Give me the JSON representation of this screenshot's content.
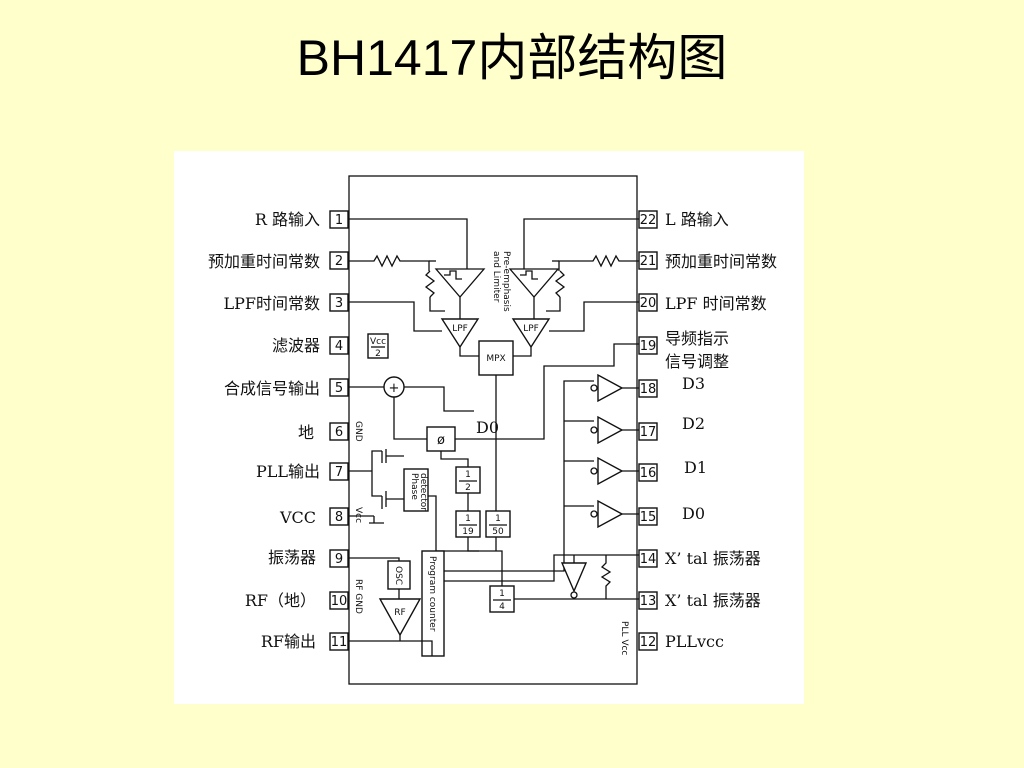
{
  "title": "BH1417内部结构图",
  "pins": [
    {
      "num": "1",
      "label": "R 路输入"
    },
    {
      "num": "2",
      "label": "预加重时间常数"
    },
    {
      "num": "3",
      "label": "LPF时间常数"
    },
    {
      "num": "4",
      "label": "滤波器"
    },
    {
      "num": "5",
      "label": "合成信号输出"
    },
    {
      "num": "6",
      "label": "地"
    },
    {
      "num": "7",
      "label": "PLL输出"
    },
    {
      "num": "8",
      "label": "VCC"
    },
    {
      "num": "9",
      "label": "振荡器"
    },
    {
      "num": "10",
      "label": "RF（地）"
    },
    {
      "num": "11",
      "label": "RF输出"
    },
    {
      "num": "22",
      "label": "L 路输入"
    },
    {
      "num": "21",
      "label": "预加重时间常数"
    },
    {
      "num": "20",
      "label": "LPF 时间常数"
    },
    {
      "num": "19",
      "label": "导频指示\n信号调整"
    },
    {
      "num": "18",
      "label": "D3"
    },
    {
      "num": "17",
      "label": "D2"
    },
    {
      "num": "16",
      "label": "D1"
    },
    {
      "num": "15",
      "label": "D0"
    },
    {
      "num": "14",
      "label": "X’ tal 振荡器"
    },
    {
      "num": "13",
      "label": "X’ tal 振荡器"
    },
    {
      "num": "12",
      "label": "PLLvcc"
    }
  ],
  "blocks": {
    "lpf": "LPF",
    "mpx": "MPX",
    "pre_emphasis": "Pre-emphasis\nand Limiter",
    "d0": "D0",
    "phase_detector": "Phase\ndetector",
    "osc": "OSC",
    "rf": "RF",
    "program_counter": "Program counter",
    "plus": "+",
    "phi": "ø",
    "vcc_half_num": "Vcc",
    "vcc_half_den": "2",
    "div2_num": "1",
    "div2_den": "2",
    "div19_num": "1",
    "div19_den": "19",
    "div50_num": "1",
    "div50_den": "50",
    "div4_num": "1",
    "div4_den": "4"
  },
  "internal_labels": {
    "gnd": "GND",
    "vcc": "Vcc",
    "rf_gnd": "RF GND",
    "pll_vcc": "PLL Vcc"
  }
}
